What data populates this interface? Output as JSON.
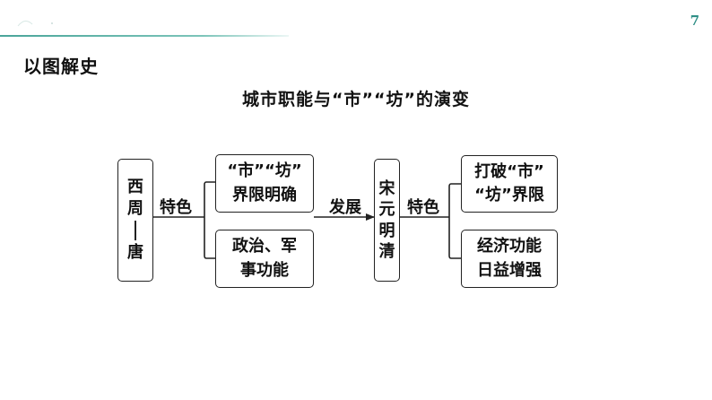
{
  "page": {
    "number": "7"
  },
  "section": {
    "title": "以图解史"
  },
  "diagram": {
    "title": "城市职能与“市”“坊”的演变",
    "left_period": {
      "line1": "西",
      "line2": "周",
      "line3": "唐"
    },
    "feature_label_1": "特色",
    "left_items": [
      {
        "line1": "“市”“坊”",
        "line2": "界限明确"
      },
      {
        "line1": "政治、军",
        "line2": "事功能"
      }
    ],
    "develop_label": "发展",
    "right_period": {
      "line1": "宋",
      "line2": "元",
      "line3": "明",
      "line4": "清"
    },
    "feature_label_2": "特色",
    "right_items": [
      {
        "line1": "打破“市”",
        "line2": "“坊”界限"
      },
      {
        "line1": "经济功能",
        "line2": "日益增强"
      }
    ]
  },
  "colors": {
    "accent": "#2f8f86",
    "line": "#222222"
  }
}
